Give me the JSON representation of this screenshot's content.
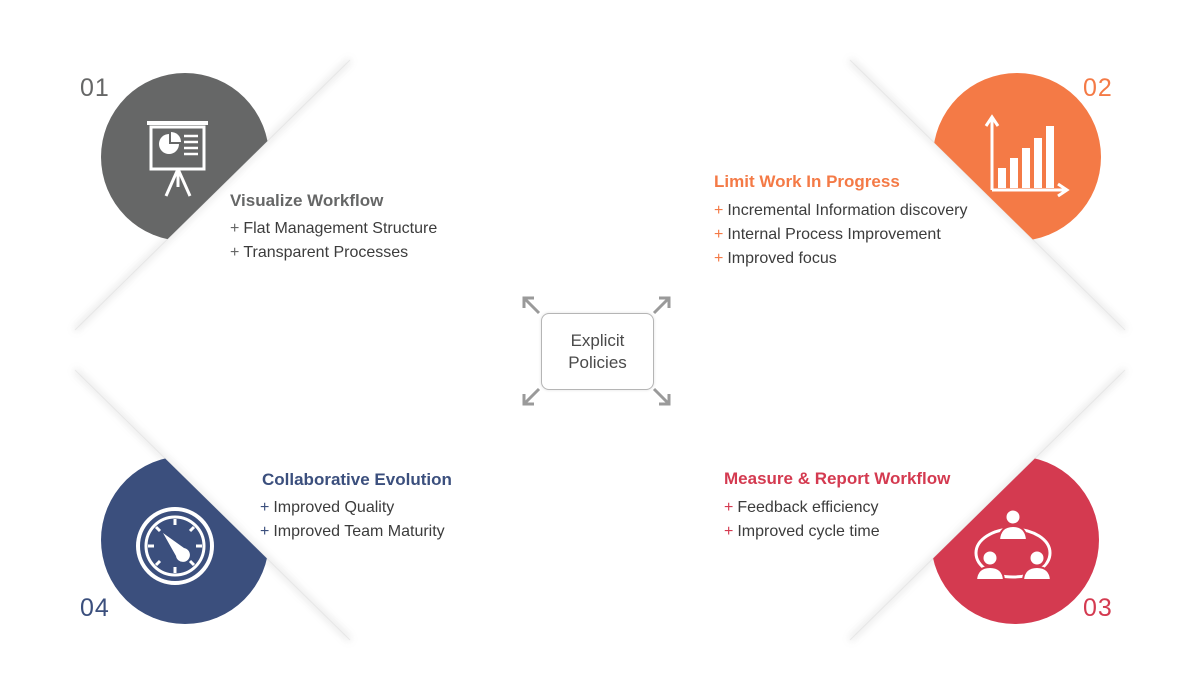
{
  "colors": {
    "grey": "#666767",
    "orange": "#f47a46",
    "red": "#d43a50",
    "navy": "#3b4f7d",
    "text": "#3c3c3c",
    "arrow": "#9a9a9a"
  },
  "center": {
    "line1": "Explicit",
    "line2": "Policies"
  },
  "quadrants": [
    {
      "number": "01",
      "title": "Visualize Workflow",
      "icon": "presentation-board-icon",
      "items": [
        {
          "plus": "+",
          "text": "Flat Management Structure"
        },
        {
          "plus": "+",
          "text": "Transparent Processes"
        }
      ]
    },
    {
      "number": "02",
      "title": "Limit Work In Progress",
      "icon": "bar-chart-icon",
      "items": [
        {
          "plus": "+",
          "text": "Incremental Information discovery"
        },
        {
          "plus": "+",
          "text": "Internal Process Improvement"
        },
        {
          "plus": "+",
          "text": "Improved focus"
        }
      ]
    },
    {
      "number": "03",
      "title": "Measure & Report Workflow",
      "icon": "team-network-icon",
      "items": [
        {
          "plus": "+",
          "text": "Feedback efficiency"
        },
        {
          "plus": "+",
          "text": "Improved cycle time"
        }
      ]
    },
    {
      "number": "04",
      "title": "Collaborative Evolution",
      "icon": "gauge-icon",
      "items": [
        {
          "plus": "+",
          "text": "Improved Quality"
        },
        {
          "plus": "+",
          "text": "Improved Team Maturity"
        }
      ]
    }
  ]
}
